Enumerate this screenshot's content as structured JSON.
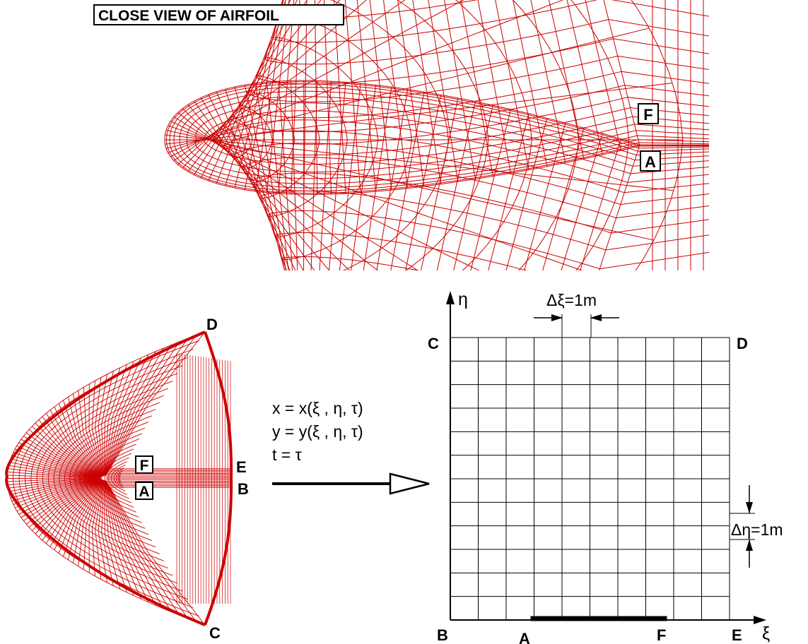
{
  "title": "CLOSE VIEW OF AIRFOIL",
  "colors": {
    "grid": "#cc0000",
    "ink": "#000000"
  },
  "closeup_labels": {
    "upper": "F",
    "lower": "A"
  },
  "physical_labels": {
    "top": "D",
    "bottom": "C",
    "wake_upper": "E",
    "wake_lower": "B",
    "cut_upper": "F",
    "cut_lower": "A"
  },
  "equations": [
    "x = x(ξ , η, τ)",
    "y = y(ξ , η, τ)",
    "t = τ"
  ],
  "computational": {
    "x_axis": "ξ",
    "y_axis": "η",
    "dxi_label": "Δξ=1m",
    "deta_label": "Δη=1m",
    "cols": 10,
    "rows": 12,
    "labels": {
      "top_left": "C",
      "top_right": "D",
      "origin": "B",
      "cut_start": "A",
      "cut_end": "F",
      "bottom_right": "E"
    },
    "cut_range": [
      3,
      7
    ]
  }
}
